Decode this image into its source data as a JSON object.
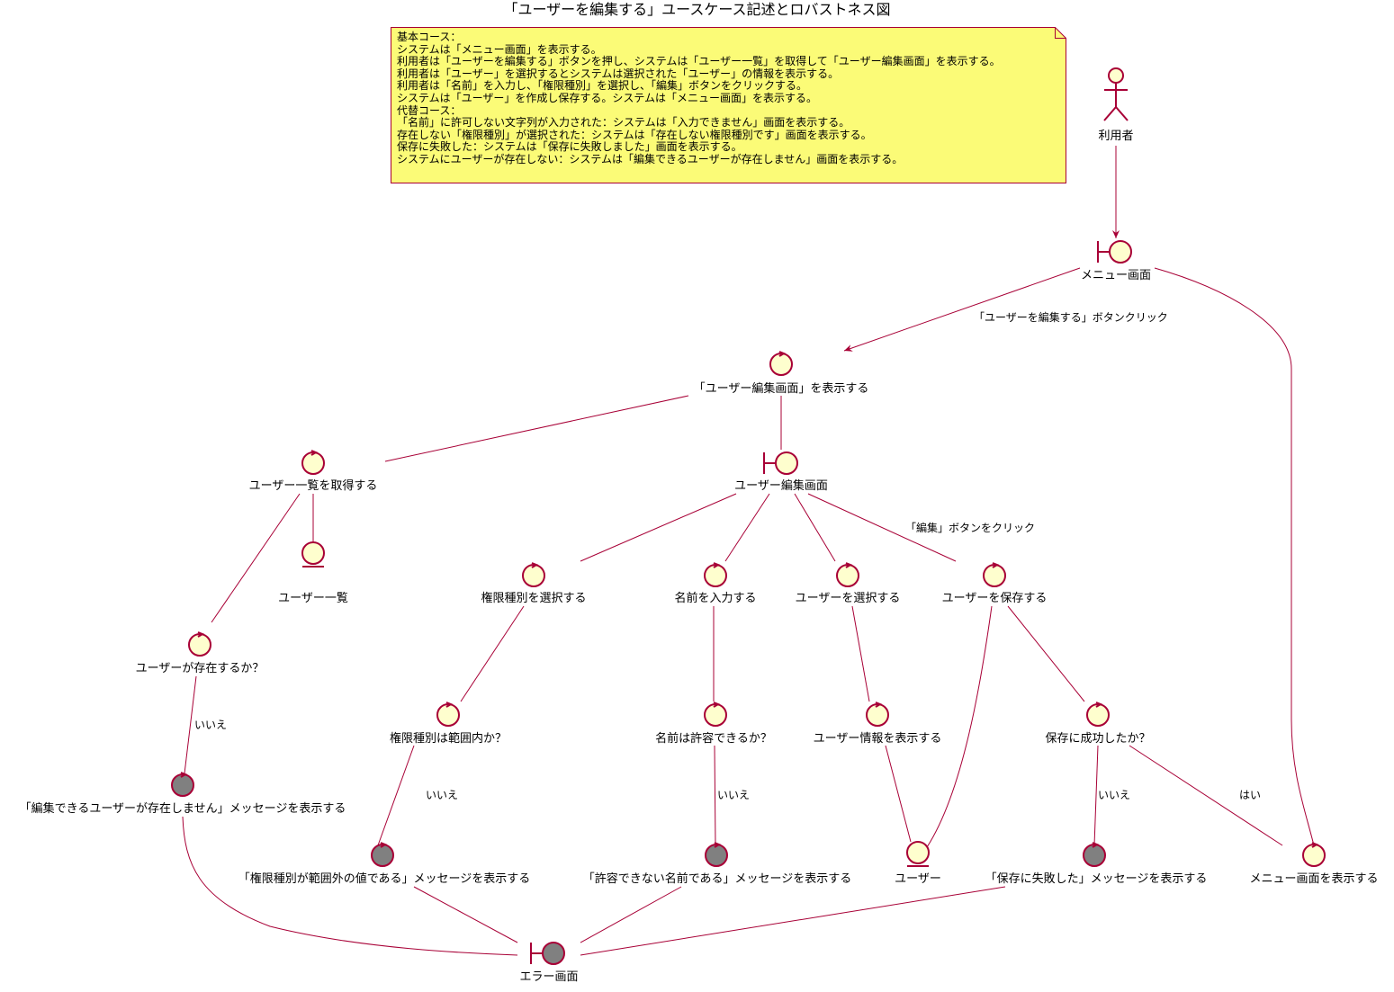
{
  "title": "「ユーザーを編集する」ユースケース記述とロバストネス図",
  "note": {
    "lines": [
      "基本コース：",
      "システムは「メニュー画面」を表示する。",
      "利用者は「ユーザーを編集する」ボタンを押し、システムは「ユーザー一覧」を取得して「ユーザー編集画面」を表示する。",
      "利用者は「ユーザー」を選択するとシステムは選択された「ユーザー」の情報を表示する。",
      "利用者は「名前」を入力し、「権限種別」を選択し、「編集」ボタンをクリックする。",
      "システムは「ユーザー」を作成し保存する。システムは「メニュー画面」を表示する。",
      "代替コース：",
      "「名前」に許可しない文字列が入力された：システムは「入力できません」画面を表示する。",
      "存在しない「権限種別」が選択された：システムは「存在しない権限種別です」画面を表示する。",
      "保存に失敗した：システムは「保存に失敗しました」画面を表示する。",
      "システムにユーザーが存在しない：システムは「編集できるユーザーが存在しません」画面を表示する。"
    ]
  },
  "nodes": {
    "actor": "利用者",
    "menu_screen": "メニュー画面",
    "show_edit_screen": "「ユーザー編集画面」を表示する",
    "get_user_list": "ユーザー一覧を取得する",
    "user_list_entity": "ユーザー一覧",
    "user_edit_screen": "ユーザー編集画面",
    "user_exists": "ユーザーが存在するか？",
    "no_user_msg": "「編集できるユーザーが存在しません」メッセージを表示する",
    "select_role": "権限種別を選択する",
    "role_in_range": "権限種別は範囲内か？",
    "role_out_msg": "「権限種別が範囲外の値である」メッセージを表示する",
    "input_name": "名前を入力する",
    "name_ok": "名前は許容できるか？",
    "name_bad_msg": "「許容できない名前である」メッセージを表示する",
    "select_user": "ユーザーを選択する",
    "show_user_info": "ユーザー情報を表示する",
    "user_entity": "ユーザー",
    "save_user": "ユーザーを保存する",
    "save_ok": "保存に成功したか？",
    "save_fail_msg": "「保存に失敗した」メッセージを表示する",
    "show_menu": "メニュー画面を表示する",
    "error_screen": "エラー画面"
  },
  "edges": {
    "click_edit_user": "「ユーザーを編集する」ボタンクリック",
    "click_edit_button": "「編集」ボタンをクリック",
    "no": "いいえ",
    "yes": "はい"
  },
  "colors": {
    "stroke": "#A80036",
    "fill": "#FEFECE",
    "error_fill": "#808080",
    "note_fill": "#FBFB77"
  }
}
